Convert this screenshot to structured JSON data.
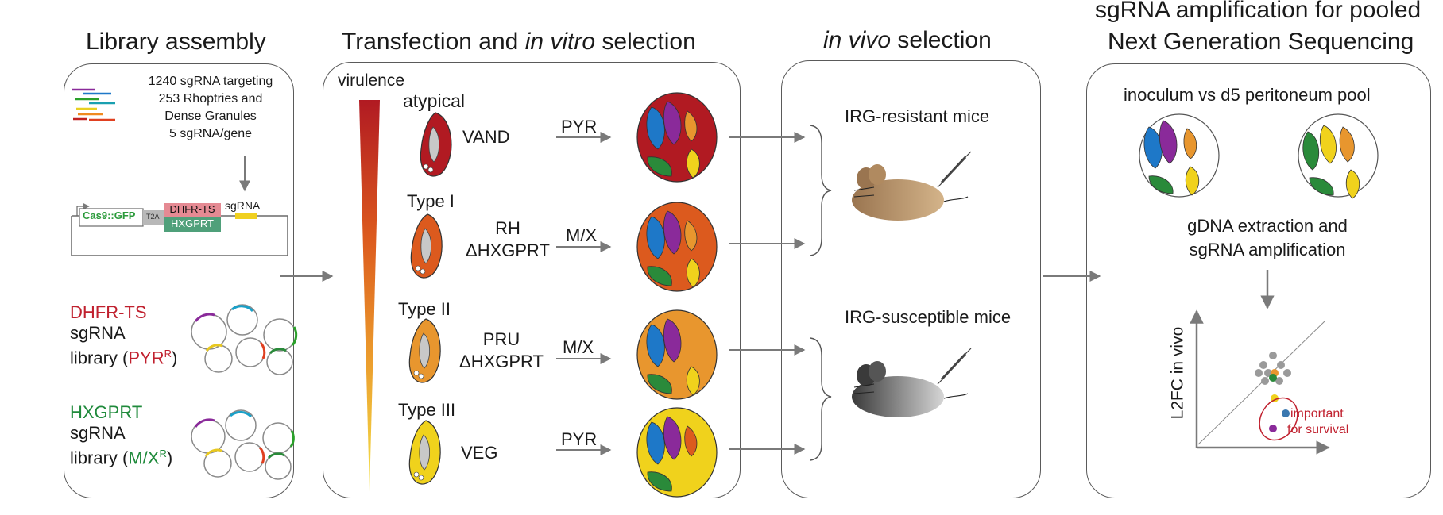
{
  "panels": {
    "library": {
      "title": "Library assembly",
      "desc_lines": [
        "1240 sgRNA targeting",
        "253 Rhoptries and",
        "Dense Granules",
        "5 sgRNA/gene"
      ],
      "construct": {
        "cas9": "Cas9::GFP",
        "t2a": "T2A",
        "dhfr": "DHFR-TS",
        "hxgprt": "HXGPRT",
        "sgrna": "sgRNA"
      },
      "lib1": {
        "marker": "DHFR-TS",
        "line2": "sgRNA",
        "line3_pre": "library (",
        "drug": "PYR",
        "sup": "R",
        "close": ")"
      },
      "lib2": {
        "marker": "HXGPRT",
        "line2": "sgRNA",
        "line3_pre": "library (",
        "drug": "M/X",
        "sup": "R",
        "close": ")"
      }
    },
    "transfection": {
      "title_pre": "Transfection and ",
      "title_italic": "in vitro",
      "title_post": " selection",
      "virulence": "virulence",
      "strains": [
        {
          "type": "atypical",
          "name1": "VAND",
          "name2": "",
          "drug": "PYR",
          "color": "#b11a22"
        },
        {
          "type": "Type I",
          "name1": "RH",
          "name2": "ΔHXGPRT",
          "drug": "M/X",
          "color": "#dc5a1e"
        },
        {
          "type": "Type II",
          "name1": "PRU",
          "name2": "ΔHXGPRT",
          "drug": "M/X",
          "color": "#e8962e"
        },
        {
          "type": "Type III",
          "name1": "VEG",
          "name2": "",
          "drug": "PYR",
          "color": "#f0d21c"
        }
      ]
    },
    "invivo": {
      "title_italic": "in vivo",
      "title_post": " selection",
      "mice1": "IRG-resistant mice",
      "mice2": "IRG-susceptible mice"
    },
    "ngs": {
      "title_line1": "sgRNA amplification for pooled",
      "title_line2": "Next Generation Sequencing",
      "comparison": "inoculum vs d5 peritoneum pool",
      "step_line1": "gDNA extraction and",
      "step_line2": "sgRNA amplification",
      "ylabel": "L2FC in vivo",
      "annotation_line1": "important",
      "annotation_line2": "for survival"
    }
  },
  "colors": {
    "accent_red": "#c0202e",
    "accent_green": "#1f8a3b",
    "arrow": "#7a7a7a",
    "border": "#5a5a5a"
  }
}
